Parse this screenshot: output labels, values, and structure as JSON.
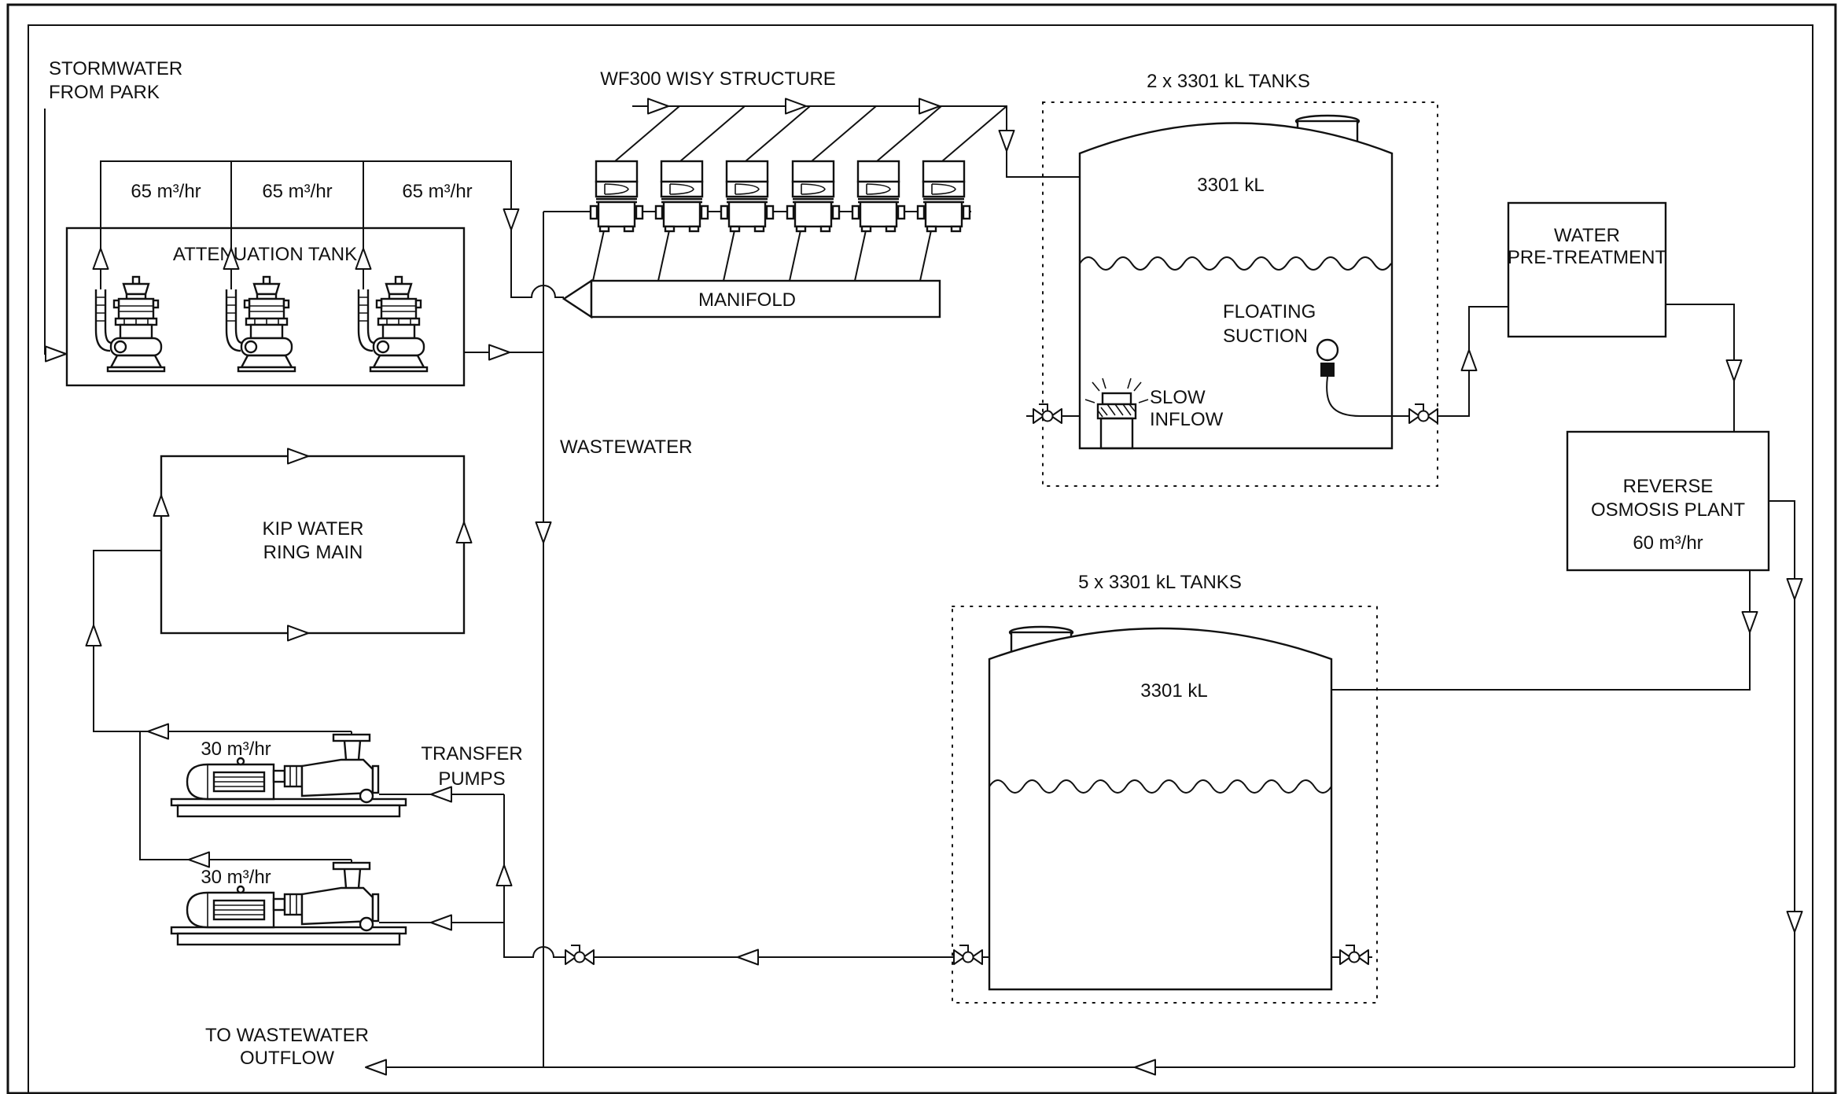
{
  "colors": {
    "line": "#111111",
    "background": "#ffffff"
  },
  "source": {
    "line1": "STORMWATER",
    "line2": "FROM PARK"
  },
  "attenuation": {
    "label": "ATTENUATION TANK",
    "pump_rate": "65 m³/hr"
  },
  "wisy": {
    "title": "WF300 WISY STRUCTURE",
    "manifold": "MANIFOLD"
  },
  "storage_tanks_a": {
    "title": "2 x 3301 kL TANKS",
    "volume": "3301 kL",
    "floating1": "FLOATING",
    "floating2": "SUCTION",
    "slow1": "SLOW",
    "slow2": "INFLOW"
  },
  "pretreatment": {
    "line1": "WATER",
    "line2": "PRE-TREATMENT"
  },
  "ro_plant": {
    "line1": "REVERSE",
    "line2": "OSMOSIS PLANT",
    "rate": "60 m³/hr"
  },
  "storage_tanks_b": {
    "title": "5 x 3301 kL TANKS",
    "volume": "3301 kL"
  },
  "wastewater": {
    "label": "WASTEWATER",
    "outflow1": "TO WASTEWATER",
    "outflow2": "OUTFLOW"
  },
  "ring_main": {
    "line1": "KIP WATER",
    "line2": "RING MAIN"
  },
  "transfer_pumps": {
    "line1": "TRANSFER",
    "line2": "PUMPS",
    "rate": "30 m³/hr"
  }
}
